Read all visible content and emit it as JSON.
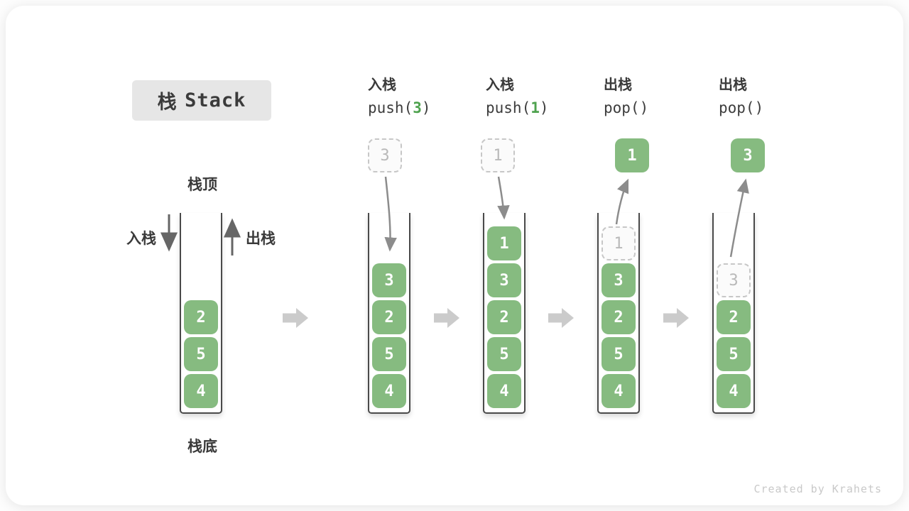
{
  "title": {
    "cjk": "栈",
    "en": "Stack"
  },
  "labels": {
    "stack_top": "栈顶",
    "stack_bottom": "栈底",
    "push_side": "入栈",
    "pop_side": "出栈"
  },
  "footer": {
    "credit": "Created by Krahets"
  },
  "colors": {
    "box_green": "#86bb80",
    "code_highlight_green": "#4ea24e",
    "curved_arrow_gray": "#8c8c8c",
    "straight_arrow_gray": "#666666",
    "block_arrow_gray": "#cbcbcb",
    "title_box_bg": "#e6e6e6"
  },
  "stages": [
    {
      "name": "stage-initial",
      "operation": null,
      "floating": null,
      "ghost": null,
      "items": [
        "2",
        "5",
        "4"
      ]
    },
    {
      "name": "stage-push-3",
      "operation": {
        "type_label": "入栈",
        "code": [
          {
            "t": "push(",
            "hl": false
          },
          {
            "t": "3",
            "hl": true
          },
          {
            "t": ")",
            "hl": false
          }
        ]
      },
      "floating": {
        "style": "dashed",
        "value": "3"
      },
      "ghost": null,
      "items": [
        "3",
        "2",
        "5",
        "4"
      ]
    },
    {
      "name": "stage-push-1",
      "operation": {
        "type_label": "入栈",
        "code": [
          {
            "t": "push(",
            "hl": false
          },
          {
            "t": "1",
            "hl": true
          },
          {
            "t": ")",
            "hl": false
          }
        ]
      },
      "floating": {
        "style": "dashed",
        "value": "1"
      },
      "ghost": null,
      "items": [
        "1",
        "3",
        "2",
        "5",
        "4"
      ]
    },
    {
      "name": "stage-pop-1",
      "operation": {
        "type_label": "出栈",
        "code": [
          {
            "t": "pop()",
            "hl": false
          }
        ]
      },
      "floating": {
        "style": "solid",
        "value": "1"
      },
      "ghost": "1",
      "items": [
        "3",
        "2",
        "5",
        "4"
      ]
    },
    {
      "name": "stage-pop-3",
      "operation": {
        "type_label": "出栈",
        "code": [
          {
            "t": "pop()",
            "hl": false
          }
        ]
      },
      "floating": {
        "style": "solid",
        "value": "3"
      },
      "ghost": "3",
      "items": [
        "2",
        "5",
        "4"
      ]
    }
  ]
}
